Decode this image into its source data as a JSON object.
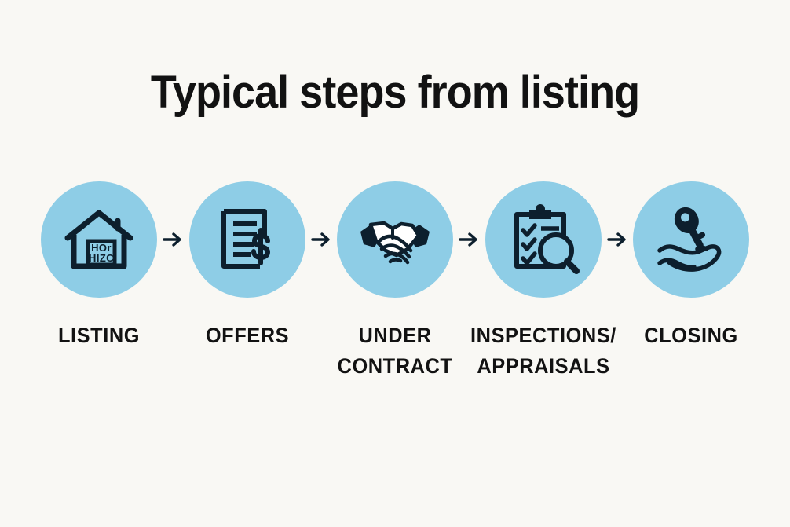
{
  "title": "Typical steps from listing",
  "colors": {
    "background": "#f9f8f4",
    "circle": "#8ecde6",
    "icon": "#0d1f2d",
    "text": "#121212"
  },
  "steps": [
    {
      "label": "LISTING",
      "icon": "house-icon",
      "icon_inner_text_line1": "HOr",
      "icon_inner_text_line2": "HIZC"
    },
    {
      "label": "OFFERS",
      "icon": "document-dollar-icon"
    },
    {
      "label": "UNDER CONTRACT",
      "icon": "handshake-icon"
    },
    {
      "label": "INSPECTIONS/ APPRAISALS",
      "icon": "clipboard-magnifier-icon"
    },
    {
      "label": "CLOSING",
      "icon": "key-in-hand-icon"
    }
  ],
  "arrows": [
    {
      "name": "arrow-right-icon"
    },
    {
      "name": "arrow-right-icon"
    },
    {
      "name": "arrow-right-icon"
    },
    {
      "name": "arrow-right-icon"
    }
  ]
}
